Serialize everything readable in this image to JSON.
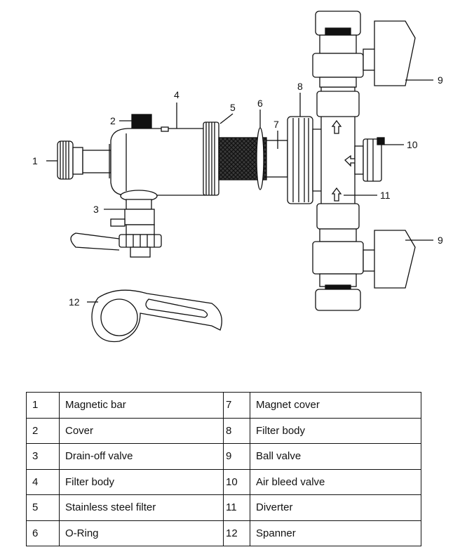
{
  "callouts": {
    "c1": "1",
    "c2": "2",
    "c3": "3",
    "c4": "4",
    "c5": "5",
    "c6": "6",
    "c7": "7",
    "c8": "8",
    "c9a": "9",
    "c9b": "9",
    "c10": "10",
    "c11": "11",
    "c12": "12"
  },
  "parts_table": {
    "rows": [
      {
        "left_num": "1",
        "left_name": "Magnetic bar",
        "right_num": "7",
        "right_name": "Magnet cover"
      },
      {
        "left_num": "2",
        "left_name": "Cover",
        "right_num": "8",
        "right_name": "Filter body"
      },
      {
        "left_num": "3",
        "left_name": "Drain-off valve",
        "right_num": "9",
        "right_name": "Ball valve"
      },
      {
        "left_num": "4",
        "left_name": "Filter body",
        "right_num": "10",
        "right_name": "Air bleed valve"
      },
      {
        "left_num": "5",
        "left_name": "Stainless steel filter",
        "right_num": "11",
        "right_name": "Diverter"
      },
      {
        "left_num": "6",
        "left_name": "O-Ring",
        "right_num": "12",
        "right_name": "Spanner"
      }
    ]
  }
}
